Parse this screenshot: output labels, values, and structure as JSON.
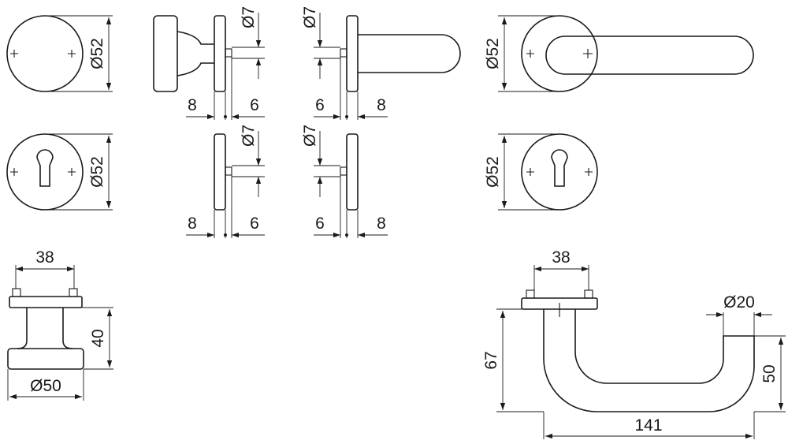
{
  "labels": {
    "rose_knob_dia": "Ø52",
    "knob_pin_dia": "Ø7",
    "knob_dim_a": "8",
    "knob_dim_b": "6",
    "lever_pin_dia": "Ø7",
    "lever_dim_a": "6",
    "lever_dim_b": "8",
    "lever_rose_dia": "Ø52",
    "escutcheon_left_dia": "Ø52",
    "esc_left_pin_dia": "Ø7",
    "esc_left_dim_a": "8",
    "esc_left_dim_b": "6",
    "esc_right_pin_dia": "Ø7",
    "esc_right_dim_a": "6",
    "esc_right_dim_b": "8",
    "escutcheon_right_dia": "Ø52",
    "knob_width": "38",
    "knob_height": "40",
    "knob_dia": "Ø50",
    "lever_width": "38",
    "lever_height": "67",
    "lever_grip_dia": "Ø20",
    "lever_drop": "50",
    "lever_length": "141"
  }
}
